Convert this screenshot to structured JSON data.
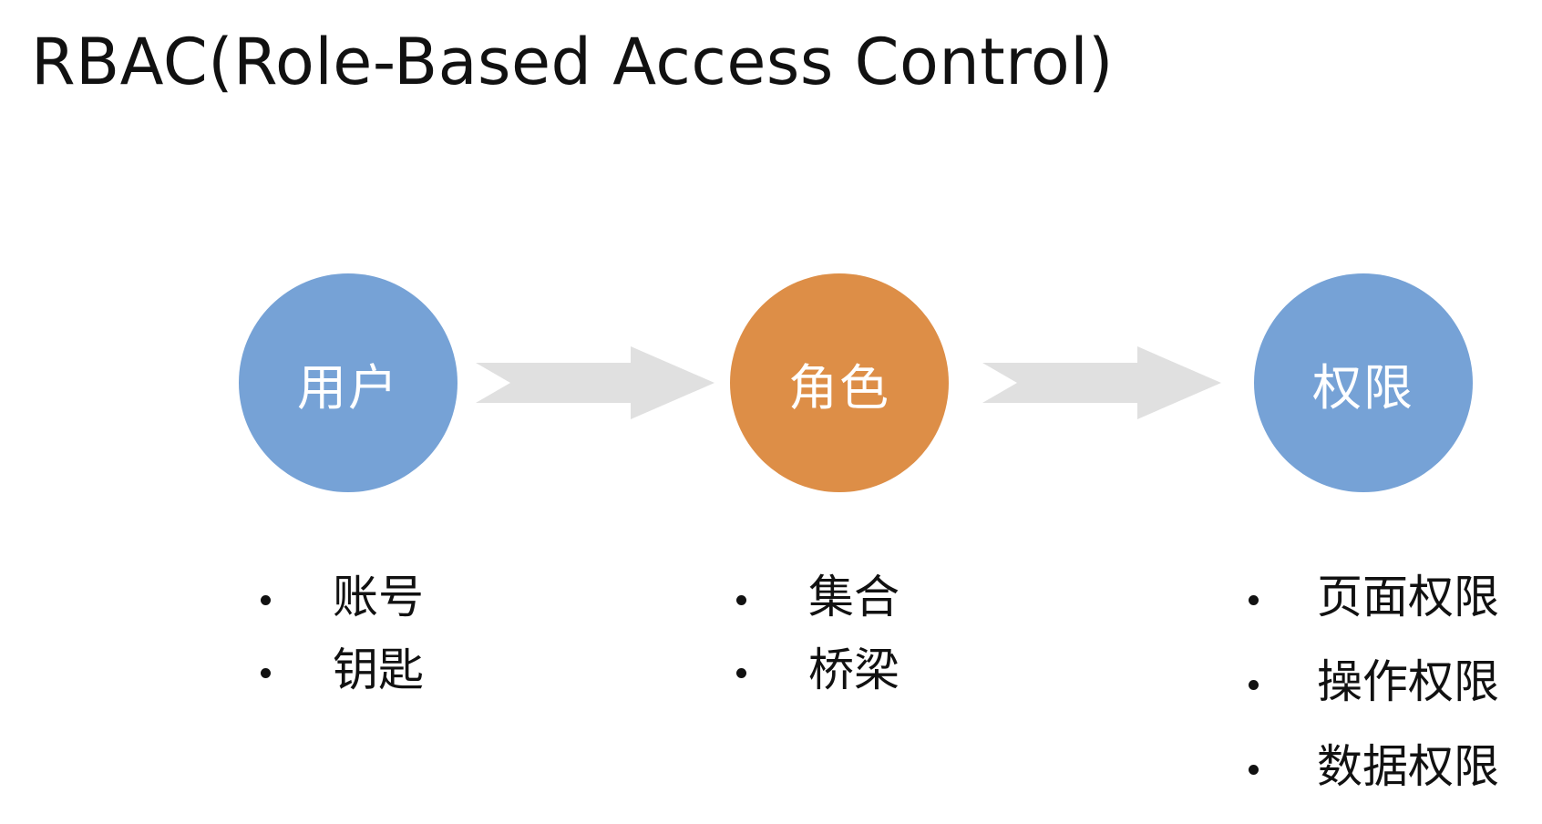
{
  "title": "RBAC(Role-Based Access Control)",
  "colors": {
    "user_node": "#76A2D6",
    "role_node": "#DD8E47",
    "permission_node": "#76A2D6",
    "arrow": "#E0E0E0",
    "text": "#111111"
  },
  "nodes": {
    "user": {
      "label": "用户"
    },
    "role": {
      "label": "角色"
    },
    "permission": {
      "label": "权限"
    }
  },
  "lists": {
    "user": [
      "账号",
      "钥匙"
    ],
    "role": [
      "集合",
      "桥梁"
    ],
    "permission": [
      "页面权限",
      "操作权限",
      "数据权限"
    ]
  }
}
